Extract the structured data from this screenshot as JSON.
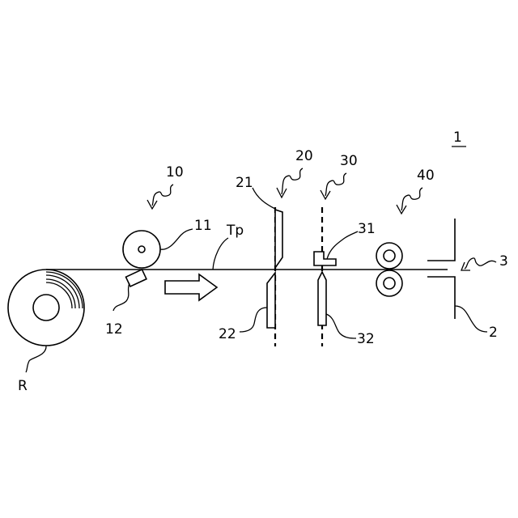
{
  "labels": {
    "device": "1",
    "unwinder_group": "10",
    "roller_upper": "11",
    "roller_lower": "12",
    "tape": "Tp",
    "cutter_group": "20",
    "cutter_upper": "21",
    "cutter_lower": "22",
    "punch_group": "30",
    "punch_upper": "31",
    "punch_lower": "32",
    "feed_group": "40",
    "outlet": "3",
    "housing": "2",
    "reel": "R"
  },
  "icons": {
    "direction_arrow": "right-outline-arrow-icon"
  }
}
